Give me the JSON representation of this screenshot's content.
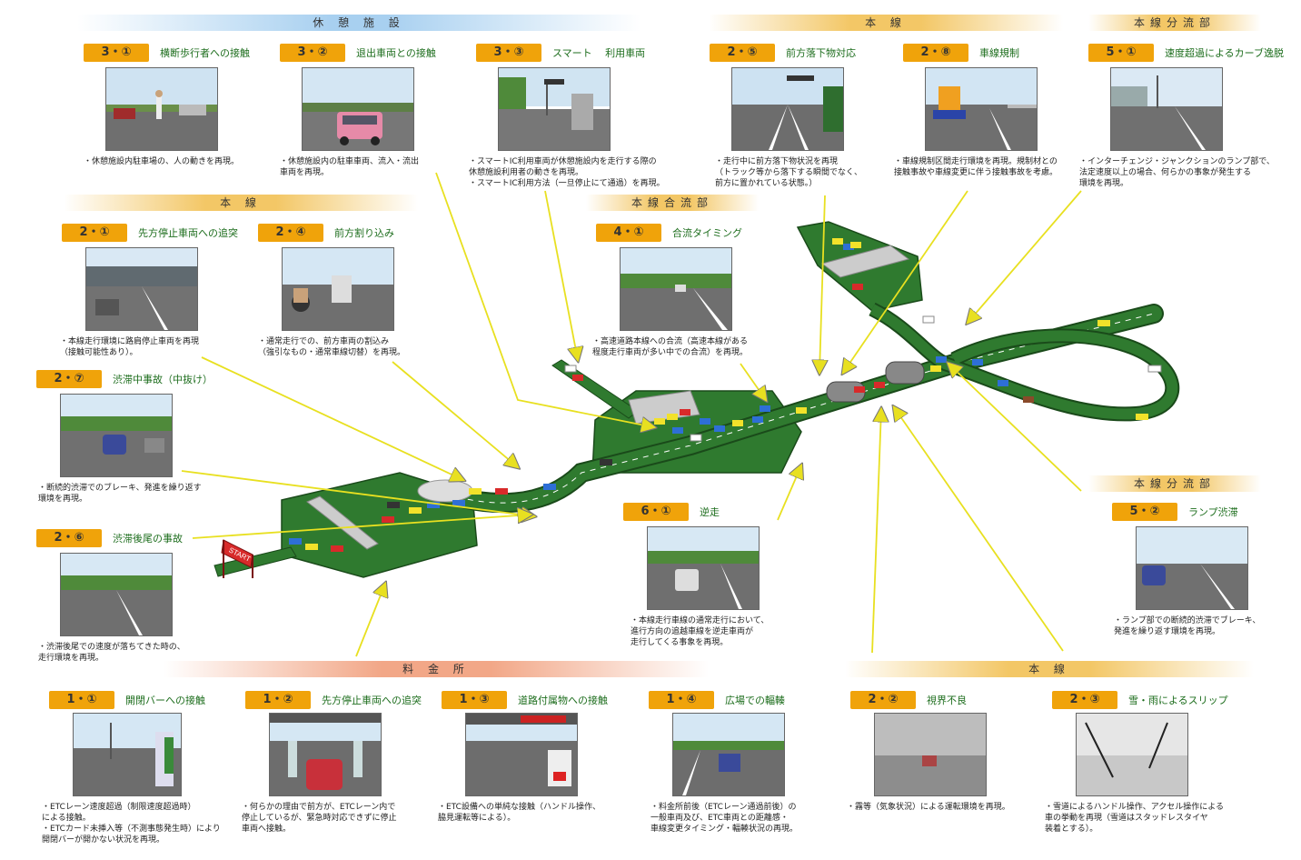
{
  "sections": {
    "kyukei": "休 憩 施 設",
    "honsen_top": "本 線",
    "bunryu_top": "本線分流部",
    "honsen_left": "本 線",
    "goryu": "本線合流部",
    "bunryu_right": "本線分流部",
    "ryokin": "料 金 所",
    "honsen_bottom": "本 線"
  },
  "scenarios": [
    {
      "id": "3-1",
      "badge": "3・①",
      "title": "横断歩行者への接触",
      "desc": [
        "・休憩施設内駐車場の、人の動きを再現。"
      ]
    },
    {
      "id": "3-2",
      "badge": "3・②",
      "title": "退出車両との接触",
      "desc": [
        "・休憩施設内の駐車車両、流入・流出",
        "車両を再現。"
      ]
    },
    {
      "id": "3-3",
      "badge": "3・③",
      "title": "スマート　 利用車両",
      "desc": [
        "・スマートIC利用車両が休憩施設内を走行する際の",
        "休憩施設利用者の動きを再現。",
        "・スマートIC利用方法（一旦停止にて通過）を再現。"
      ]
    },
    {
      "id": "2-5",
      "badge": "2・⑤",
      "title": "前方落下物対応",
      "desc": [
        "・走行中に前方落下物状況を再現",
        "（トラック等から落下する瞬間でなく、",
        "前方に置かれている状態。）"
      ]
    },
    {
      "id": "2-8",
      "badge": "2・⑧",
      "title": "車線規制",
      "desc": [
        "・車線規制区間走行環境を再現。規制材との",
        "接触事故や車線変更に伴う接触事故を考慮。"
      ]
    },
    {
      "id": "5-1",
      "badge": "5・①",
      "title": "速度超過によるカーブ逸脱",
      "desc": [
        "・インターチェンジ・ジャンクションのランプ部で、",
        "法定速度以上の場合、何らかの事象が発生する",
        "環境を再現。"
      ]
    },
    {
      "id": "2-1",
      "badge": "2・①",
      "title": "先方停止車両への追突",
      "desc": [
        "・本線走行環境に路肩停止車両を再現",
        "（接触可能性あり）。"
      ]
    },
    {
      "id": "2-4",
      "badge": "2・④",
      "title": "前方割り込み",
      "desc": [
        "・通常走行での、前方車両の割込み",
        "（強引なもの・通常車線切替）を再現。"
      ]
    },
    {
      "id": "4-1",
      "badge": "4・①",
      "title": "合流タイミング",
      "desc": [
        "・高速道路本線への合流（高速本線がある",
        "程度走行車両が多い中での合流）を再現。"
      ]
    },
    {
      "id": "2-7",
      "badge": "2・⑦",
      "title": "渋滞中事故（中抜け）",
      "desc": [
        "・断続的渋滞でのブレーキ、発進を繰り返す",
        "環境を再現。"
      ]
    },
    {
      "id": "2-6",
      "badge": "2・⑥",
      "title": "渋滞後尾の事故",
      "desc": [
        "・渋滞後尾での速度が落ちてきた時の、",
        "走行環境を再現。"
      ]
    },
    {
      "id": "6-1",
      "badge": "6・①",
      "title": "逆走",
      "desc": [
        "・本線走行車線の通常走行において、",
        "進行方向の追越車線を逆走車両が",
        "走行してくる事象を再現。"
      ]
    },
    {
      "id": "5-2",
      "badge": "5・②",
      "title": "ランプ渋滞",
      "desc": [
        "・ランプ部での断続的渋滞でブレーキ、",
        "発進を繰り返す環境を再現。"
      ]
    },
    {
      "id": "1-1",
      "badge": "1・①",
      "title": "開閉バーへの接触",
      "desc": [
        "・ETCレーン速度超過（制限速度超過時）",
        "による接触。",
        "・ETCカード未挿入等（不測事態発生時）により",
        "開閉バーが開かない状況を再現。"
      ]
    },
    {
      "id": "1-2",
      "badge": "1・②",
      "title": "先方停止車両への追突",
      "desc": [
        "・何らかの理由で前方が、ETCレーン内で",
        "停止しているが、緊急時対応できずに停止",
        "車両へ接触。"
      ]
    },
    {
      "id": "1-3",
      "badge": "1・③",
      "title": "道路付属物への接触",
      "desc": [
        "・ETC設備への単純な接触（ハンドル操作、",
        "脇見運転等による）。"
      ]
    },
    {
      "id": "1-4",
      "badge": "1・④",
      "title": "広場での輻輳",
      "desc": [
        "・料金所前後（ETCレーン通過前後）の",
        "一般車両及び、ETC車両との距離感・",
        "車線変更タイミング・輻輳状況の再現。"
      ]
    },
    {
      "id": "2-2",
      "badge": "2・②",
      "title": "視界不良",
      "desc": [
        "・霧等（気象状況）による運転環境を再現。"
      ]
    },
    {
      "id": "2-3",
      "badge": "2・③",
      "title": "雪・雨によるスリップ",
      "desc": [
        "・雪道によるハンドル操作、アクセル操作による",
        "車の挙動を再現（雪道はスタッドレスタイヤ",
        "装着とする）。"
      ]
    }
  ],
  "start_sign": "START",
  "colors": {
    "badge": "#f0a30a",
    "title_green": "#1e6e1e",
    "road_green": "#2f7a2f",
    "arrow": "#e8e020"
  }
}
